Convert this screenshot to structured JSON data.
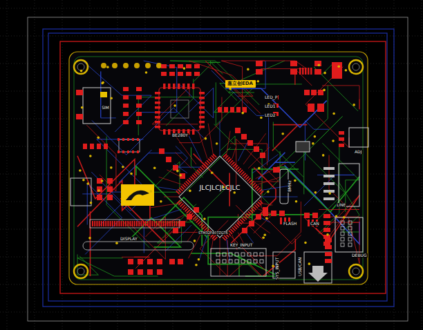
{
  "diagram": {
    "nodes": [
      {
        "text": [
          "嘉立创EDA"
        ]
      },
      {
        "text": [
          "JLCJLCJLCJLC",
          "STM32F407ZGT6"
        ]
      }
    ],
    "labels": [
      "SIM",
      "BE280Y",
      "LED_P",
      "LED1",
      "LED2",
      "ADJ",
      "LINE",
      "DISPLAY",
      "KEY_INPUT",
      "FLASH",
      "CAN",
      "DEBUG",
      "SYS_INPUT",
      "USB/CAN",
      "8MHz"
    ]
  }
}
